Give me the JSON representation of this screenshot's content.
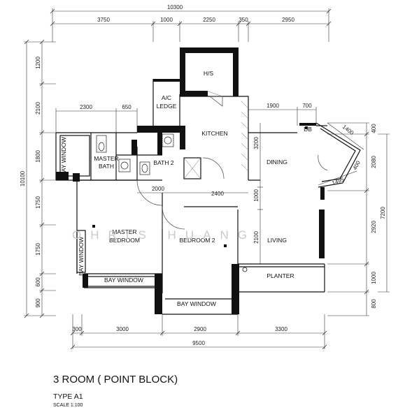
{
  "plan": {
    "dims_top_overall": "10300",
    "dims_top": [
      "3750",
      "1000",
      "2250",
      "350",
      "2950"
    ],
    "dims_inner": [
      "2300",
      "650",
      "1900",
      "700"
    ],
    "dims_left_overall": "10100",
    "dims_left": [
      "1200",
      "2100",
      "1800",
      "1750",
      "1750",
      "600",
      "900"
    ],
    "dims_right": [
      "400",
      "2080",
      "2920",
      "1000",
      "800"
    ],
    "dims_right_overall": "7200",
    "dims_bottom": [
      "300",
      "3000",
      "2900",
      "3300"
    ],
    "dims_bottom_overall": "9500",
    "dims_mid": [
      "2000",
      "2400",
      "3200",
      "1000",
      "2100"
    ],
    "dims_angled": [
      "1400",
      "1495",
      "400"
    ],
    "rooms": {
      "hs": "H/S",
      "ac_ledge_1": "A/C",
      "ac_ledge_2": "LEDGE",
      "kitchen": "KITCHEN",
      "dining": "DINING",
      "db": "DB",
      "bay_window_1": "BAY WINDOW",
      "master_bath_1": "MASTER",
      "master_bath_2": "BATH",
      "bath2": "BATH 2",
      "master_bedroom_1": "MASTER",
      "master_bedroom_2": "BEDROOM",
      "bedroom2": "BEDROOM 2",
      "living": "LIVING",
      "bay_window_2": "BAY WINDOW",
      "bay_window_3": "BAY WINDOW",
      "planter": "PLANTER",
      "bay_window_4": "BAY WINDOW"
    },
    "watermark": "OHRIS HUANG"
  },
  "caption": {
    "title": "3 ROOM ( POINT BLOCK)",
    "type": "TYPE A1",
    "scale": "SCALE 1:100"
  }
}
